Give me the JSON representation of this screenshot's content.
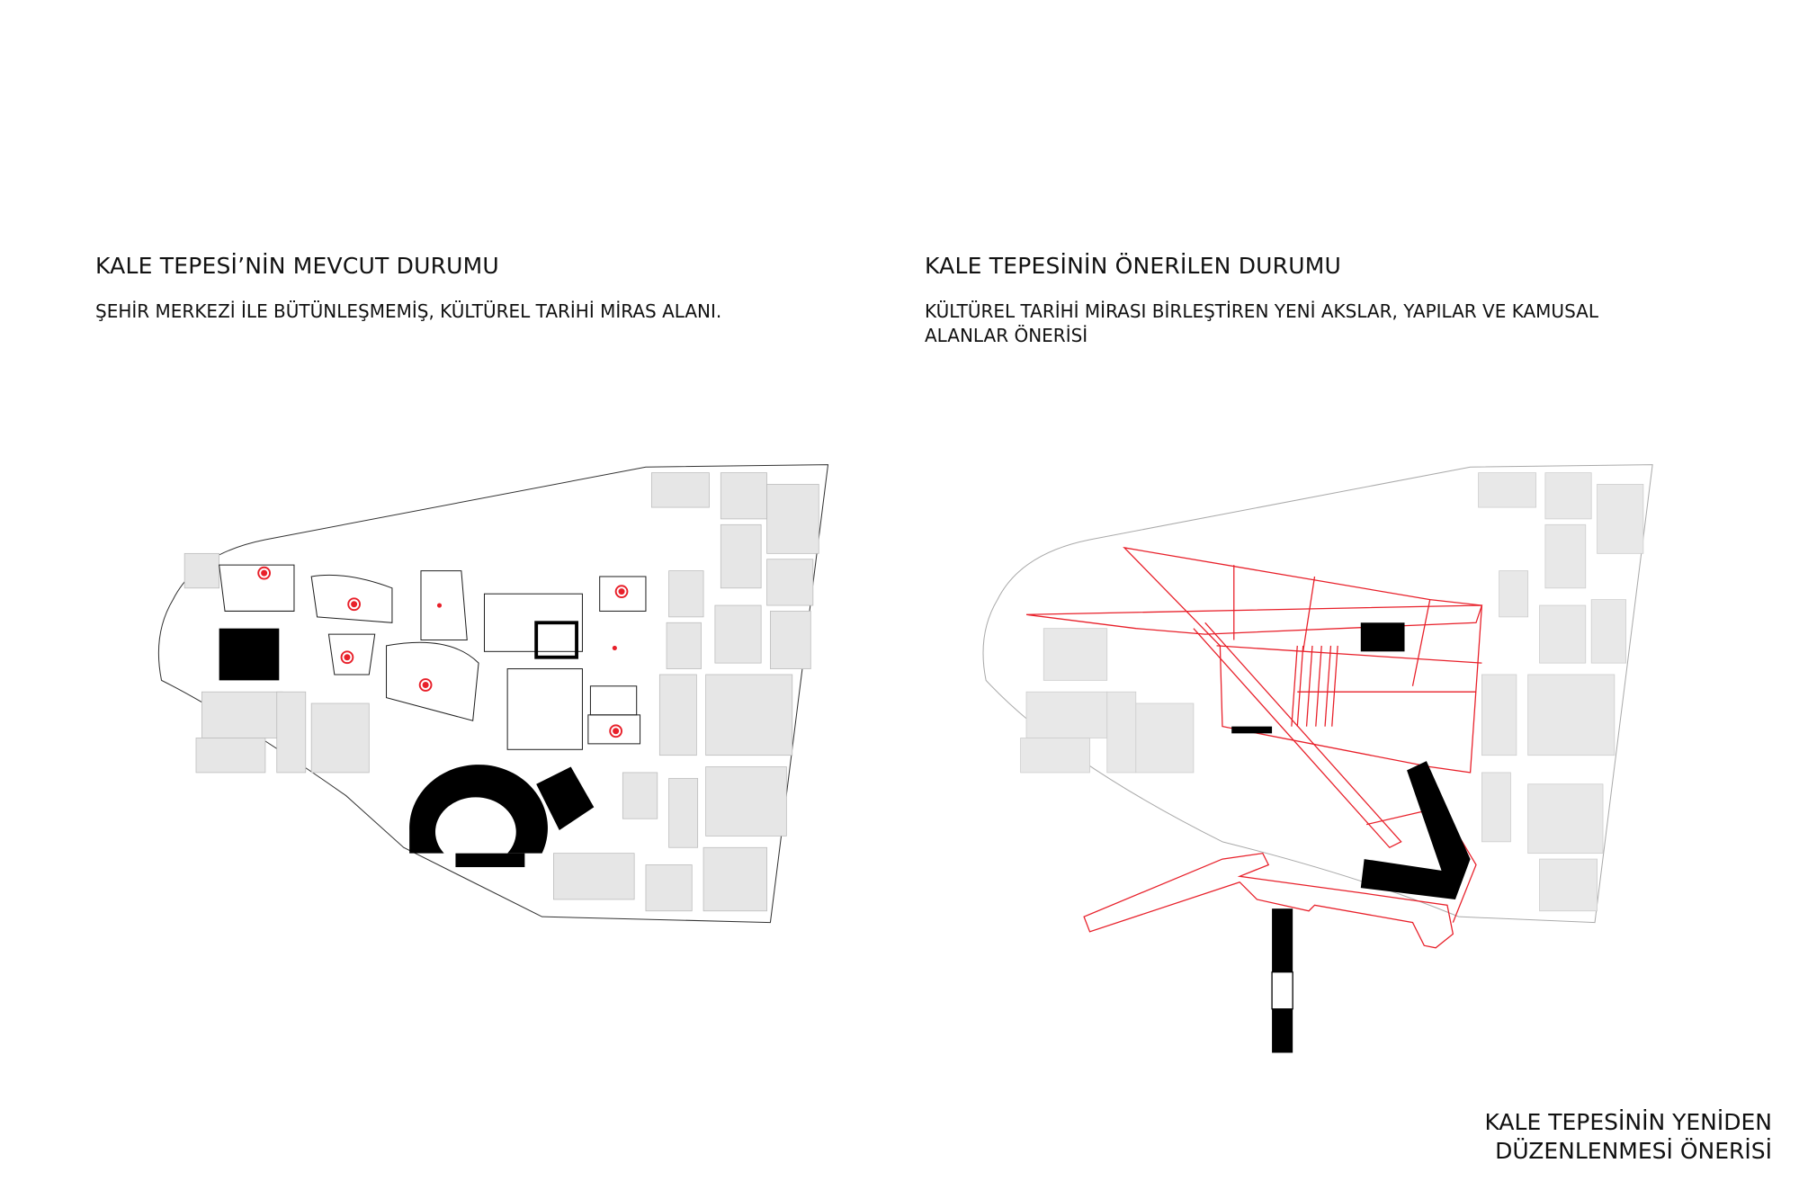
{
  "left_panel": {
    "title": "KALE TEPESİ’NİN MEVCUT DURUMU",
    "subtitle": "ŞEHİR MERKEZİ İLE BÜTÜNLEŞMEMİŞ, KÜLTÜREL TARİHİ MİRAS ALANI."
  },
  "right_panel": {
    "title": "KALE TEPESİNİN ÖNERİLEN DURUMU",
    "subtitle_line1": "KÜLTÜREL TARİHİ MİRASI BİRLEŞTİREN YENİ AKSLAR, YAPILAR VE KAMUSAL",
    "subtitle_line2": "ALANLAR ÖNERİSİ"
  },
  "caption": {
    "line1": "KALE TEPESİNİN YENİDEN",
    "line2": "DÜZENLENMESİ ÖNERİSİ"
  },
  "colors": {
    "accent_red": "#e8202a",
    "building_grey": "#e6e6e6",
    "solid": "#000000"
  }
}
